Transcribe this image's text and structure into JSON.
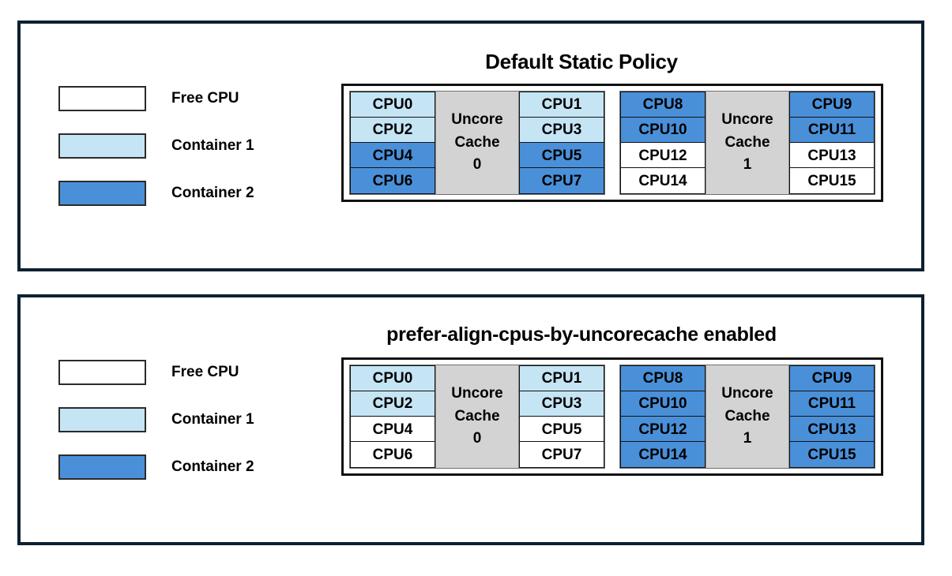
{
  "panels": [
    {
      "id": "default-static-policy",
      "title": "Default Static Policy",
      "legend": [
        {
          "label": "Free CPU",
          "swatch": "free",
          "color": "#ffffff"
        },
        {
          "label": "Container 1",
          "swatch": "c1",
          "color": "#c5e5f5"
        },
        {
          "label": "Container 2",
          "swatch": "c2",
          "color": "#4a90d9"
        }
      ],
      "cache_groups": [
        {
          "cache_label_line1": "Uncore",
          "cache_label_line2": "Cache",
          "cache_label_line3": "0",
          "left_column": [
            {
              "label": "CPU0",
              "state": "c1"
            },
            {
              "label": "CPU2",
              "state": "c1"
            },
            {
              "label": "CPU4",
              "state": "c2"
            },
            {
              "label": "CPU6",
              "state": "c2"
            }
          ],
          "right_column": [
            {
              "label": "CPU1",
              "state": "c1"
            },
            {
              "label": "CPU3",
              "state": "c1"
            },
            {
              "label": "CPU5",
              "state": "c2"
            },
            {
              "label": "CPU7",
              "state": "c2"
            }
          ]
        },
        {
          "cache_label_line1": "Uncore",
          "cache_label_line2": "Cache",
          "cache_label_line3": "1",
          "left_column": [
            {
              "label": "CPU8",
              "state": "c2"
            },
            {
              "label": "CPU10",
              "state": "c2"
            },
            {
              "label": "CPU12",
              "state": "free"
            },
            {
              "label": "CPU14",
              "state": "free"
            }
          ],
          "right_column": [
            {
              "label": "CPU9",
              "state": "c2"
            },
            {
              "label": "CPU11",
              "state": "c2"
            },
            {
              "label": "CPU13",
              "state": "free"
            },
            {
              "label": "CPU15",
              "state": "free"
            }
          ]
        }
      ]
    },
    {
      "id": "prefer-align-cpus-by-uncorecache-enabled",
      "title": "prefer-align-cpus-by-uncorecache enabled",
      "legend": [
        {
          "label": "Free CPU",
          "swatch": "free",
          "color": "#ffffff"
        },
        {
          "label": "Container 1",
          "swatch": "c1",
          "color": "#c5e5f5"
        },
        {
          "label": "Container 2",
          "swatch": "c2",
          "color": "#4a90d9"
        }
      ],
      "cache_groups": [
        {
          "cache_label_line1": "Uncore",
          "cache_label_line2": "Cache",
          "cache_label_line3": "0",
          "left_column": [
            {
              "label": "CPU0",
              "state": "c1"
            },
            {
              "label": "CPU2",
              "state": "c1"
            },
            {
              "label": "CPU4",
              "state": "free"
            },
            {
              "label": "CPU6",
              "state": "free"
            }
          ],
          "right_column": [
            {
              "label": "CPU1",
              "state": "c1"
            },
            {
              "label": "CPU3",
              "state": "c1"
            },
            {
              "label": "CPU5",
              "state": "free"
            },
            {
              "label": "CPU7",
              "state": "free"
            }
          ]
        },
        {
          "cache_label_line1": "Uncore",
          "cache_label_line2": "Cache",
          "cache_label_line3": "1",
          "left_column": [
            {
              "label": "CPU8",
              "state": "c2"
            },
            {
              "label": "CPU10",
              "state": "c2"
            },
            {
              "label": "CPU12",
              "state": "c2"
            },
            {
              "label": "CPU14",
              "state": "c2"
            }
          ],
          "right_column": [
            {
              "label": "CPU9",
              "state": "c2"
            },
            {
              "label": "CPU11",
              "state": "c2"
            },
            {
              "label": "CPU13",
              "state": "c2"
            },
            {
              "label": "CPU15",
              "state": "c2"
            }
          ]
        }
      ]
    }
  ],
  "colors": {
    "panel_border": "#0d2030",
    "free_cpu": "#ffffff",
    "container_1": "#c5e5f5",
    "container_2": "#4a90d9",
    "uncore_cache": "#d3d3d3",
    "text": "#000000"
  }
}
